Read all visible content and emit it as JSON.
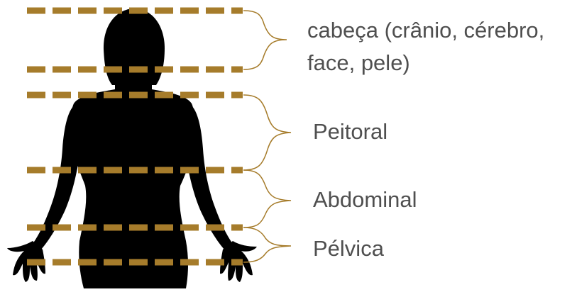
{
  "colors": {
    "silhouette": "#000000",
    "divider_lines": "#a67c2b",
    "braces": "#a67c2b",
    "label_text": "#4f4f4f",
    "background": "#ffffff"
  },
  "regions": [
    {
      "label": "cabeça (crânio, cérebro, face, pele)"
    },
    {
      "label": "Peitoral"
    },
    {
      "label": "Abdominal"
    },
    {
      "label": "Pélvica"
    }
  ]
}
